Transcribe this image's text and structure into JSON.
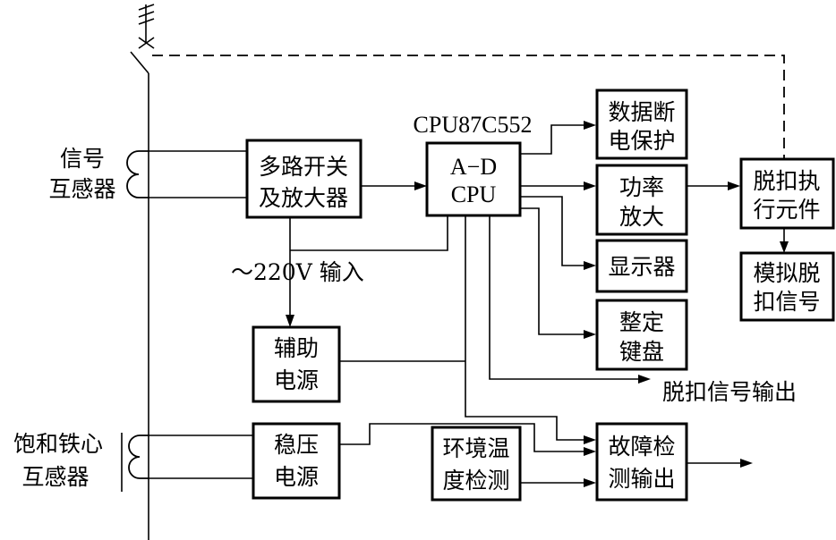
{
  "blocks": {
    "mux_amp": [
      "多路开关",
      "及放大器"
    ],
    "cpu": [
      "A−D",
      "CPU"
    ],
    "cpu_model": "CPU87C552",
    "data_protect": [
      "数据断",
      "电保护"
    ],
    "power_amp": [
      "功率",
      "放大"
    ],
    "display": [
      "显示器"
    ],
    "keyboard": [
      "整定",
      "键盘"
    ],
    "trip_exec": [
      "脱扣执",
      "行元件"
    ],
    "sim_trip": [
      "模拟脱",
      "扣信号"
    ],
    "aux_power": [
      "辅助",
      "电源"
    ],
    "regulated_power": [
      "稳压",
      "电源"
    ],
    "env_temp": [
      "环境温",
      "度检测"
    ],
    "fault_out": [
      "故障检",
      "测输出"
    ]
  },
  "labels": {
    "signal_ct": [
      "信号",
      "互感器"
    ],
    "saturated_ct": [
      "饱和铁心",
      "互感器"
    ],
    "ac_input": "～220V 输入",
    "trip_signal_out": "脱扣信号输出"
  }
}
